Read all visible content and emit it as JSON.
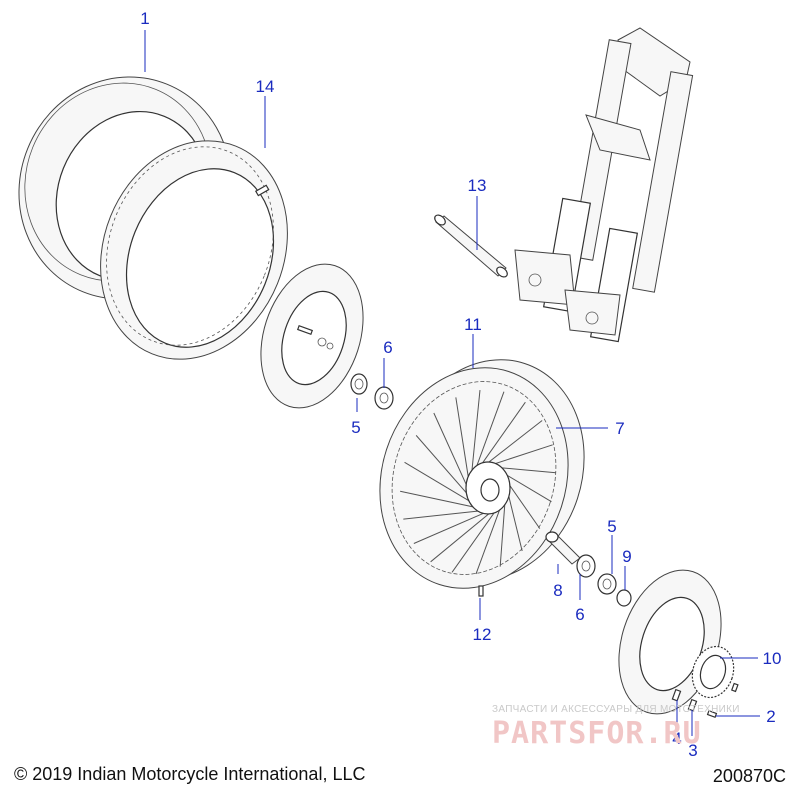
{
  "diagram": {
    "callouts": [
      {
        "id": "c1",
        "label": "1"
      },
      {
        "id": "c14",
        "label": "14"
      },
      {
        "id": "c13",
        "label": "13"
      },
      {
        "id": "c11",
        "label": "11"
      },
      {
        "id": "c6a",
        "label": "6"
      },
      {
        "id": "c5a",
        "label": "5"
      },
      {
        "id": "c7",
        "label": "7"
      },
      {
        "id": "c5b",
        "label": "5"
      },
      {
        "id": "c9",
        "label": "9"
      },
      {
        "id": "c8",
        "label": "8"
      },
      {
        "id": "c6b",
        "label": "6"
      },
      {
        "id": "c12",
        "label": "12"
      },
      {
        "id": "c10",
        "label": "10"
      },
      {
        "id": "c4",
        "label": "4"
      },
      {
        "id": "c3",
        "label": "3"
      },
      {
        "id": "c2",
        "label": "2"
      }
    ]
  },
  "footer": {
    "copyright": "© 2019 Indian Motorcycle International, LLC",
    "drawing_number": "200870C"
  },
  "watermark": {
    "subtitle": "ЗАПЧАСТИ И АКСЕССУАРЫ ДЛЯ МОТОТЕХНИКИ",
    "logo": "PARTSFOR.RU"
  },
  "colors": {
    "callout": "#1a2bbf",
    "line_art": "#333333",
    "watermark": "#f1c6c6"
  }
}
